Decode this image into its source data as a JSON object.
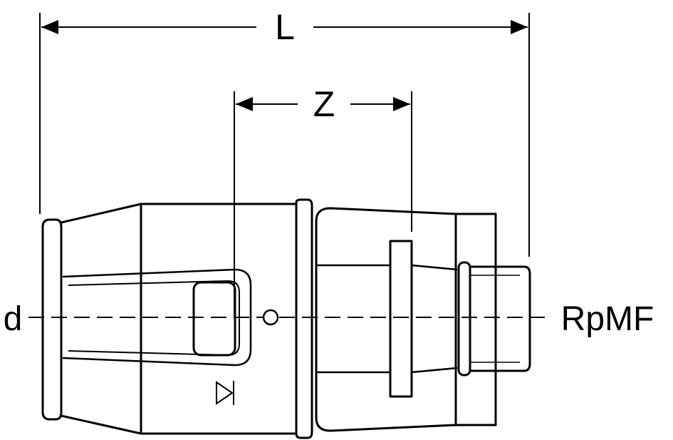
{
  "drawing": {
    "dimension_labels": {
      "overall_length": "L",
      "insertion_offset": "Z"
    },
    "side_labels": {
      "pipe_diameter": "d",
      "thread_size": "RpMF"
    },
    "icons": {
      "flow_direction": "direction-arrow-icon",
      "centre_marker": "centre-circle-icon"
    },
    "colors": {
      "line": "#000000",
      "background": "#ffffff"
    }
  }
}
